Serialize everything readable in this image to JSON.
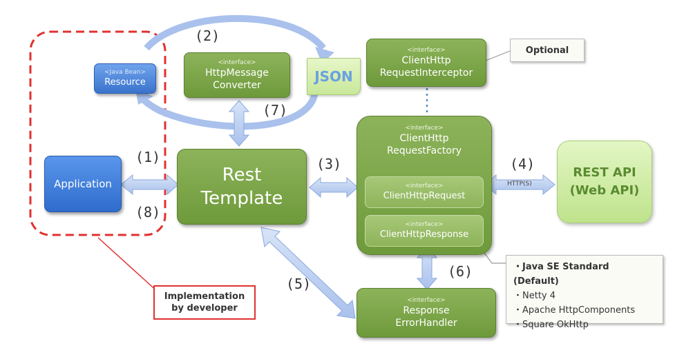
{
  "developer_area": {
    "label": "Implementation\nby developer"
  },
  "resource": {
    "stereotype": "<Java Bean>",
    "label": "Resource"
  },
  "application": {
    "label": "Application"
  },
  "http_message_converter": {
    "stereotype": "<interface>",
    "line1": "HttpMessage",
    "line2": "Converter"
  },
  "json_doc": {
    "label": "JSON"
  },
  "interceptor": {
    "stereotype": "<interface>",
    "line1": "ClientHttp",
    "line2": "RequestInterceptor"
  },
  "optional_note": {
    "label": "Optional"
  },
  "rest_template": {
    "line1": "Rest",
    "line2": "Template"
  },
  "request_factory": {
    "stereotype": "<interface>",
    "line1": "ClientHttp",
    "line2": "RequestFactory"
  },
  "client_request": {
    "stereotype": "<interface>",
    "label": "ClientHttpRequest"
  },
  "client_response": {
    "stereotype": "<interface>",
    "label": "ClientHttpResponse"
  },
  "error_handler": {
    "stereotype": "<interface>",
    "line1": "Response",
    "line2": "ErrorHandler"
  },
  "rest_api": {
    "line1": "REST API",
    "line2": "(Web API)"
  },
  "http_label": "HTTP(S)",
  "steps": {
    "s1": "(1)",
    "s2": "(2)",
    "s3": "(3)",
    "s4": "(4)",
    "s5": "(5)",
    "s6": "(6)",
    "s7": "(7)",
    "s8": "(8)"
  },
  "implementations": {
    "items": [
      "Java SE Standard (Default)",
      "Netty 4",
      "Apache HttpComponents",
      "Square OkHttp"
    ]
  },
  "colors": {
    "green": "#7aa547",
    "blue": "#3a78d4",
    "light_green": "#c9ea9a",
    "arrow": "#b8cdf0",
    "dash": "#e03030"
  }
}
